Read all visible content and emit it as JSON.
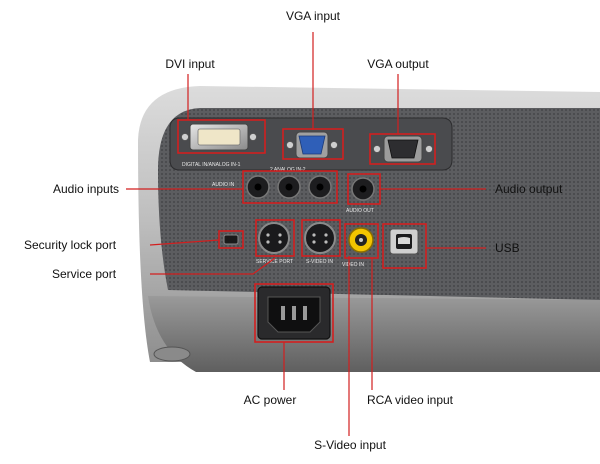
{
  "labels": {
    "vga_input": "VGA input",
    "dvi_input": "DVI input",
    "vga_output": "VGA output",
    "audio_inputs": "Audio inputs",
    "audio_output": "Audio output",
    "security_lock_port": "Security lock port",
    "usb": "USB",
    "service_port": "Service port",
    "ac_power": "AC power",
    "rca_video_input": "RCA video input",
    "s_video_input": "S-Video input"
  },
  "panel_markings": {
    "digital_analog_in1": "DIGITAL IN/ANALOG IN-1",
    "analog_in2": "2 ANALOG IN-2",
    "audio_in": "AUDIO IN",
    "audio_out": "AUDIO OUT",
    "service_port": "SERVICE PORT",
    "s_video_in": "S-VIDEO IN",
    "video_in": "VIDEO IN"
  },
  "colors": {
    "leader_line": "#d21f1f",
    "vga_connector": "#2f5fb8",
    "rca_ring": "#f2c400"
  }
}
